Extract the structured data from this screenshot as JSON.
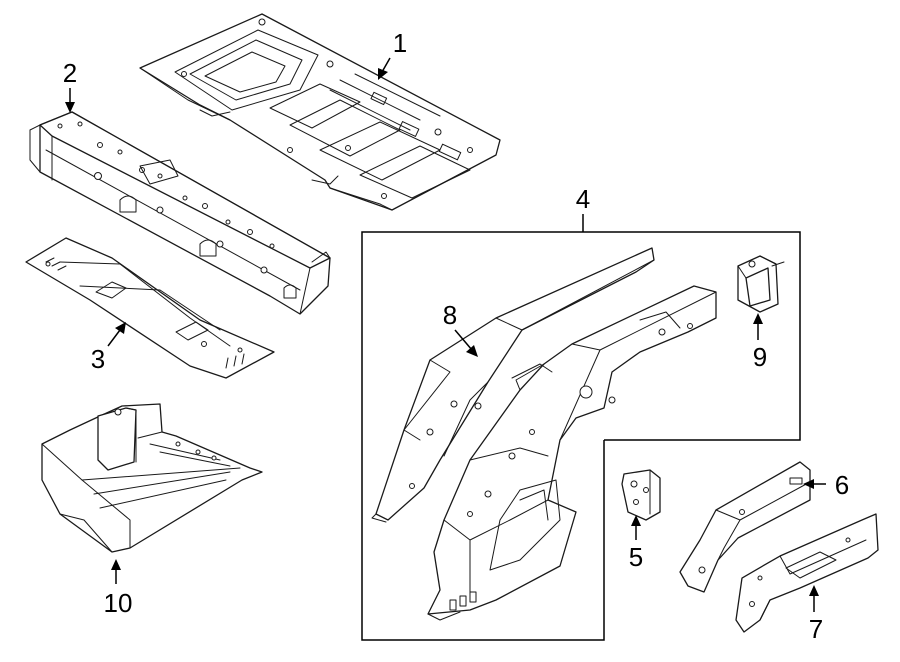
{
  "callouts": {
    "c1": "1",
    "c2": "2",
    "c3": "3",
    "c4": "4",
    "c5": "5",
    "c6": "6",
    "c7": "7",
    "c8": "8",
    "c9": "9",
    "c10": "10"
  },
  "style": {
    "line_color": "#1a1a1a",
    "background": "#ffffff"
  }
}
